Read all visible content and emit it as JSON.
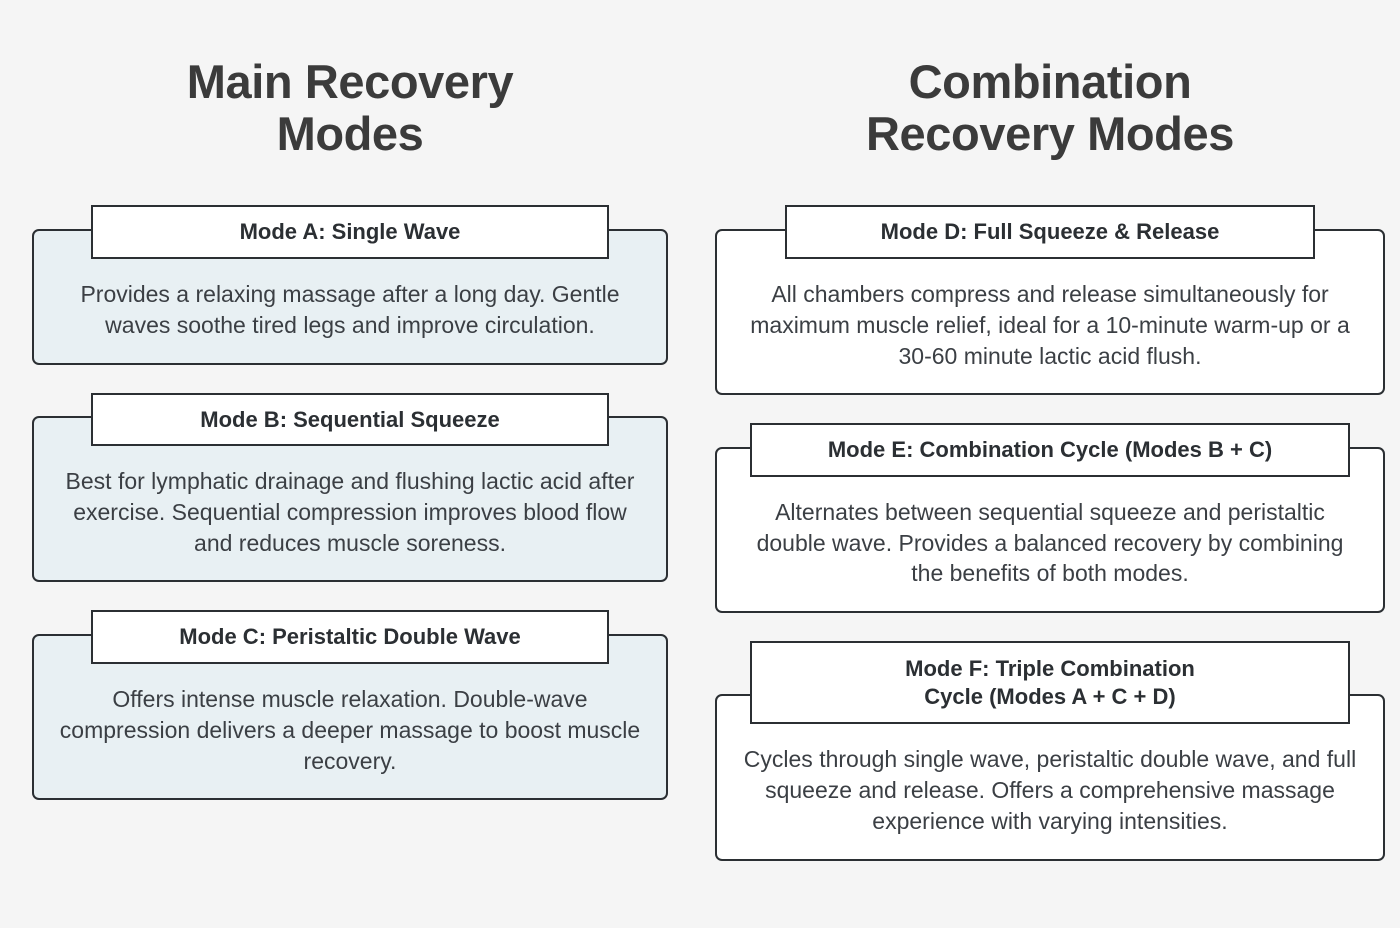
{
  "page": {
    "background_color": "#f5f5f5",
    "text_color": "#3b3b3b",
    "border_color": "#2b2f33",
    "left_body_fill": "#e8f0f3",
    "right_body_fill": "#ffffff"
  },
  "columns": [
    {
      "id": "main-recovery-modes",
      "heading": "Main Recovery\nModes",
      "cards": [
        {
          "id": "mode-a",
          "title": "Mode A: Single Wave",
          "body": "Provides a relaxing massage after a long day. Gentle waves soothe tired legs and improve circulation."
        },
        {
          "id": "mode-b",
          "title": "Mode B: Sequential Squeeze",
          "body": "Best for lymphatic drainage and flushing lactic acid after exercise. Sequential compression improves blood flow and reduces muscle soreness."
        },
        {
          "id": "mode-c",
          "title": "Mode C: Peristaltic Double Wave",
          "body": "Offers intense muscle relaxation. Double-wave compression delivers a deeper massage to boost muscle recovery."
        }
      ]
    },
    {
      "id": "combination-recovery-modes",
      "heading": "Combination\nRecovery Modes",
      "cards": [
        {
          "id": "mode-d",
          "title": "Mode D: Full Squeeze & Release",
          "body": "All chambers compress and release simultaneously for maximum muscle relief, ideal for a 10-minute warm-up or a 30-60 minute lactic acid flush."
        },
        {
          "id": "mode-e",
          "title": "Mode E: Combination Cycle (Modes B + C)",
          "body": "Alternates between sequential squeeze and peristaltic double wave. Provides a balanced recovery by combining the benefits of both modes."
        },
        {
          "id": "mode-f",
          "title": "Mode F: Triple Combination\nCycle (Modes A + C + D)",
          "body": "Cycles through single wave, peristaltic double wave, and full squeeze and release. Offers a comprehensive massage experience with varying intensities."
        }
      ]
    }
  ]
}
